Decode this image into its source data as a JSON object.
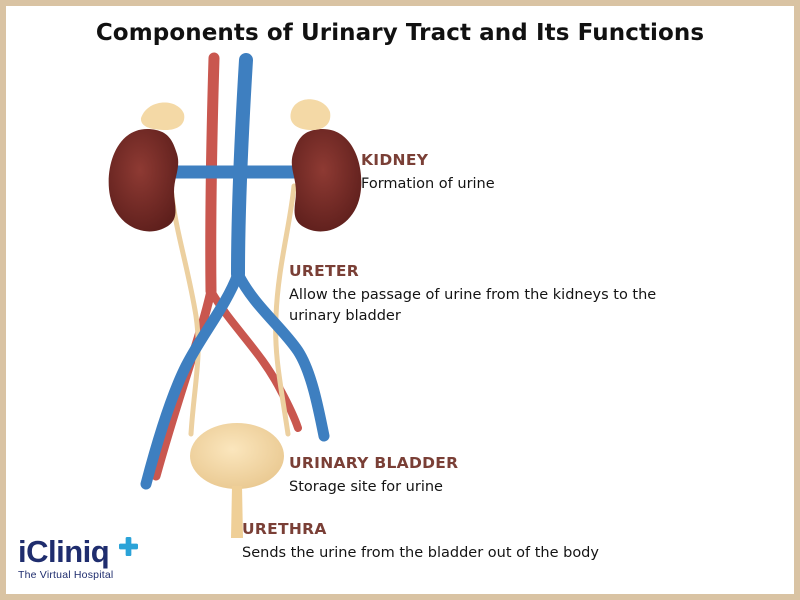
{
  "title": "Components of Urinary Tract and Its Functions",
  "colors": {
    "label_heading": "#7a3f36",
    "kidney": "#7b2e2a",
    "adrenal": "#f4d9a6",
    "ureter": "#ecd0a0",
    "bladder": "#f5d9a3",
    "vein": "#3e7fc0",
    "artery": "#c9574f",
    "frame": "#d9c3a3",
    "logo": "#1f2d6e",
    "logo_plus": "#2ba3d8"
  },
  "labels": {
    "kidney": {
      "heading": "KIDNEY",
      "description": "Formation of urine"
    },
    "ureter": {
      "heading": "URETER",
      "description_line1": "Allow the passage of urine from the kidneys to the",
      "description_line2": "urinary bladder"
    },
    "bladder": {
      "heading": "URINARY BLADDER",
      "description": "Storage site for urine"
    },
    "urethra": {
      "heading": "URETHRA",
      "description": "Sends the urine from the bladder out of the body"
    }
  },
  "logo": {
    "name": "iCliniq",
    "tagline": "The Virtual Hospital",
    "icon": "plus-icon"
  }
}
